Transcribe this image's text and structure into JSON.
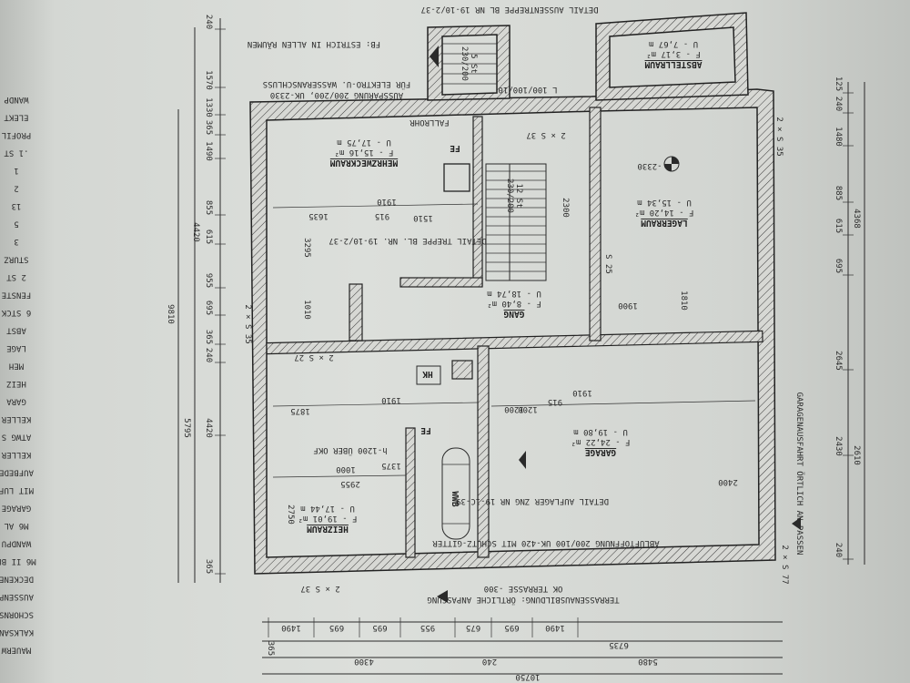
{
  "drawing": {
    "top_note": "DETAIL AUSSENTREPPE BL NR 19-10/2-37",
    "screed_note": "FB: ESTRICH IN ALLEN RÄUMEN",
    "opening_note_1": "AUSSPARUNG 200/200, UK-2330",
    "opening_note_2": "FÜR ELEKTRO-U. WASSERANSCHLUSS",
    "bottom_note_1": "TERRASSENAUSBILDUNG: ÖRTLICHE ANPASSUNG",
    "bottom_note_2": "OK TERRASSE -300",
    "garage_note": "GARAGENAUSFAHRT ÖRTLICH AN-PASSEN",
    "drain_note": "ABLUFTÖFFNUNG 200/100 UK-420 MIT SCHUTZ-GITTER",
    "support_note": "DETAIL AUFLAGER ZNG NR 19-1C-39",
    "stair_detail": "DETAIL TREPPE BL. NR. 19-10/2-37",
    "boiler_note": "h-1200 ÜBER OKF",
    "fallrohr": "FALLROHR"
  },
  "rooms": [
    {
      "name": "ABSTELLRAUM",
      "area": "F - 3,17 m²",
      "perimeter": "U - 7,67 m"
    },
    {
      "name": "MEHRZWECKRAUM",
      "area": "F - 15,16 m²",
      "perimeter": "U - 17,75 m"
    },
    {
      "name": "LAGERRAUM",
      "area": "F - 14,20 m²",
      "perimeter": "U - 15,34 m"
    },
    {
      "name": "GANG",
      "area": "F - 8,40 m²",
      "perimeter": "U - 18,74 m"
    },
    {
      "name": "HEIZRAUM",
      "area": "F - 19,01 m²",
      "perimeter": "U - 17,44 m"
    },
    {
      "name": "GARAGE",
      "area": "F - 24,22 m²",
      "perimeter": "U - 19,80 m"
    }
  ],
  "labels": {
    "hk": "HK",
    "wwb": "WWB",
    "fe1": "FE",
    "fe2": "FE",
    "level": "-2330",
    "stair_steps": "12 St",
    "stair_size": "230/200",
    "outer_stair": "5 St",
    "outer_stair_size": "230/200",
    "opening": "L 100/100/10"
  },
  "dims_bottom": {
    "row1": [
      "1490",
      "695",
      "695",
      "955",
      "675",
      "695",
      "1490"
    ],
    "row2": "6735",
    "row3": [
      "4300",
      "240",
      "5480"
    ],
    "total": "10750",
    "edge": "365"
  },
  "dims_left": {
    "row1": [
      "240",
      "1570",
      "1330",
      "365",
      "1490",
      "855",
      "615",
      "955",
      "695",
      "365",
      "240",
      "4420",
      "365"
    ],
    "row2": [
      "4420",
      "5795",
      "9810"
    ]
  },
  "dims_right": {
    "row1": [
      "125",
      "240",
      "1480",
      "885",
      "615",
      "695",
      "2645",
      "2430",
      "240"
    ],
    "row2": [
      "4368",
      "2610"
    ]
  },
  "dims_inner": [
    "1635",
    "1910",
    "1510",
    "915",
    "3295",
    "1010",
    "1875",
    "1910",
    "1200",
    "1200",
    "915",
    "1000",
    "1375",
    "2955",
    "2750",
    "2300",
    "1810",
    "1900",
    "1910",
    "2400"
  ],
  "left_list": [
    "WANDP",
    "ELEKT",
    "PROFIL",
    ".1 ST",
    "1",
    "2",
    "13",
    "5",
    "3",
    "STURZ",
    "2 ST",
    "FENSTE",
    "6 STCK",
    "ABST",
    "LAGE",
    "MEH",
    "HEIZ",
    "GARA",
    "KELLER",
    "ATWG S",
    "KELLER",
    "AUFBEDE",
    "MIT LUF",
    "GARAGE",
    "M6 AL",
    "WANDPU",
    "M6 II BL",
    "DECKENE",
    "AUSSENP",
    "SCHORNS",
    "KALKSAN",
    "MAUERW"
  ],
  "wall_markers": {
    "w1": "2 × S 37",
    "w2": "2 × S 35",
    "w3": "2 × S 27",
    "w4": "S 25",
    "w5": "2 × S 35",
    "w6": "2 × S 37",
    "w7": "2 × S 77"
  }
}
